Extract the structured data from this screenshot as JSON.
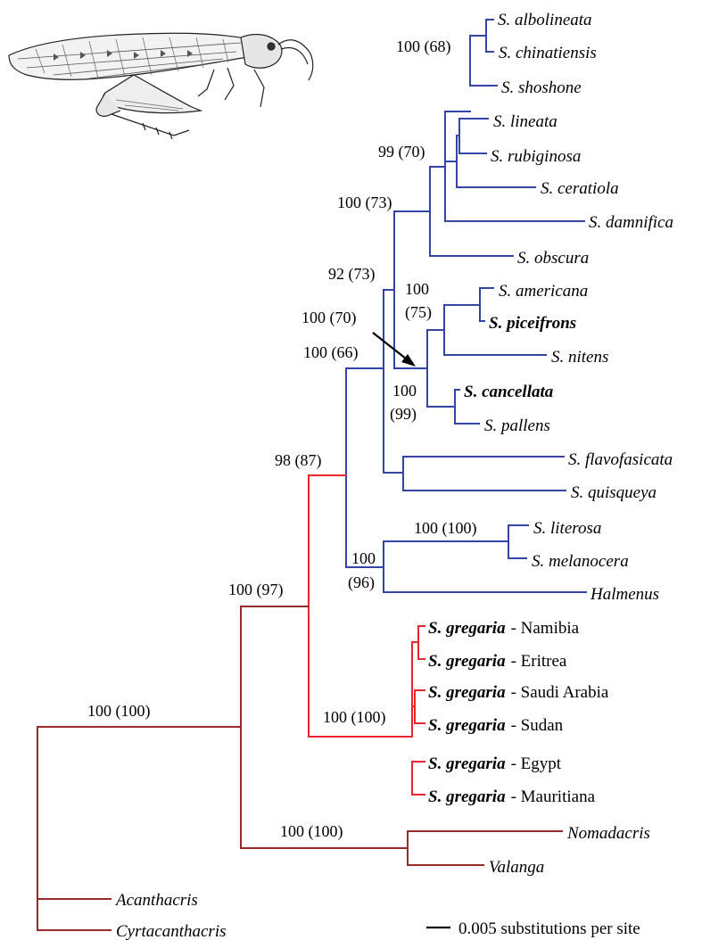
{
  "colors": {
    "blue": "#3346a8",
    "red": "#e8262b",
    "dark_red": "#9a2a2a",
    "black": "#000000"
  },
  "illustration": {
    "icon": "grasshopper-illustration"
  },
  "taxa": {
    "albolineata": "S. albolineata",
    "chinatiensis": "S. chinatiensis",
    "shoshone": "S. shoshone",
    "lineata": "S. lineata",
    "rubiginosa": "S. rubiginosa",
    "ceratiola": "S. ceratiola",
    "damnifica": "S. damnifica",
    "obscura": "S. obscura",
    "americana": "S. americana",
    "piceifrons": "S. piceifrons",
    "nitens": "S. nitens",
    "cancellata": "S. cancellata",
    "pallens": "S. pallens",
    "flavofasicata": "S. flavofasicata",
    "quisqueya": "S. quisqueya",
    "literosa": "S. literosa",
    "melanocera": "S. melanocera",
    "halmenus": "Halmenus",
    "gregaria_name": "S. gregaria",
    "gregaria_pops": [
      "- Namibia",
      "- Eritrea",
      "- Saudi Arabia",
      "- Sudan",
      "- Egypt",
      "- Mauritiana"
    ],
    "nomadacris": "Nomadacris",
    "valanga": "Valanga",
    "acanthacris": "Acanthacris",
    "cyrtacanthacris": "Cyrtacanthacris"
  },
  "support": {
    "albo_chin": "100 (68)",
    "lineata_group": "99 (70)",
    "north_am": "100 (73)",
    "americana_grp_top": "100",
    "americana_grp_bot": "(75)",
    "central": "92 (73)",
    "arrow_node": "100 (70)",
    "cancellata_top": "100",
    "cancellata_bot": "(99)",
    "new_world": "100 (66)",
    "schistocerca": "98 (87)",
    "literosa_pair": "100 (100)",
    "literosa_grp_top": "100",
    "literosa_grp_bot": "(96)",
    "ingroup": "100 (97)",
    "gregaria": "100 (100)",
    "root": "100 (100)",
    "nomad_val": "100 (100)"
  },
  "scale": {
    "label": "0.005 substitutions per site"
  }
}
